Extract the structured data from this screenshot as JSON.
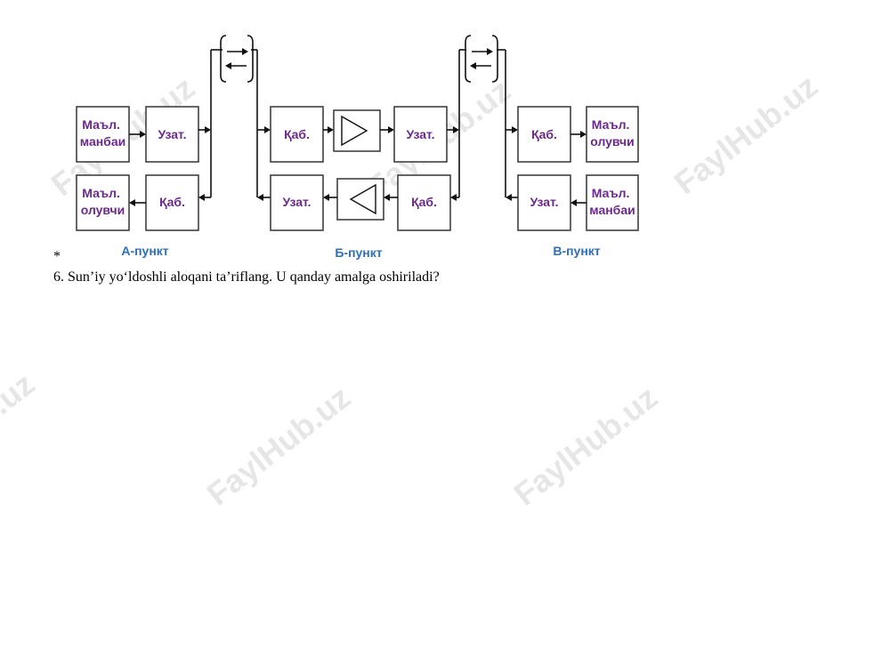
{
  "diagram": {
    "blocks": {
      "a_src": [
        "Маъл.",
        "манбаи"
      ],
      "a_tx": "Узат.",
      "a_rcvr": [
        "Маъл.",
        "олувчи"
      ],
      "a_rx": "Қаб.",
      "b_rx_top": "Қаб.",
      "b_tx_top": "Узат.",
      "b_tx_bottom": "Узат.",
      "b_rx_bottom": "Қаб.",
      "v_rx": "Қаб.",
      "v_rcvr": [
        "Маъл.",
        "олувчи"
      ],
      "v_tx": "Узат.",
      "v_src": [
        "Маъл.",
        "манбаи"
      ]
    },
    "points": {
      "a": "А-пункт",
      "b": "Б-пункт",
      "v": "В-пункт"
    }
  },
  "text": {
    "star": "*",
    "question": "6. Sun’iy yo‘ldoshli aloqani ta’riflang. U qanday amalga oshiriladi?"
  },
  "watermark": "FaylHub.uz",
  "colors": {
    "block_label": "#6a2a8c",
    "point_label": "#2f6fb5"
  }
}
